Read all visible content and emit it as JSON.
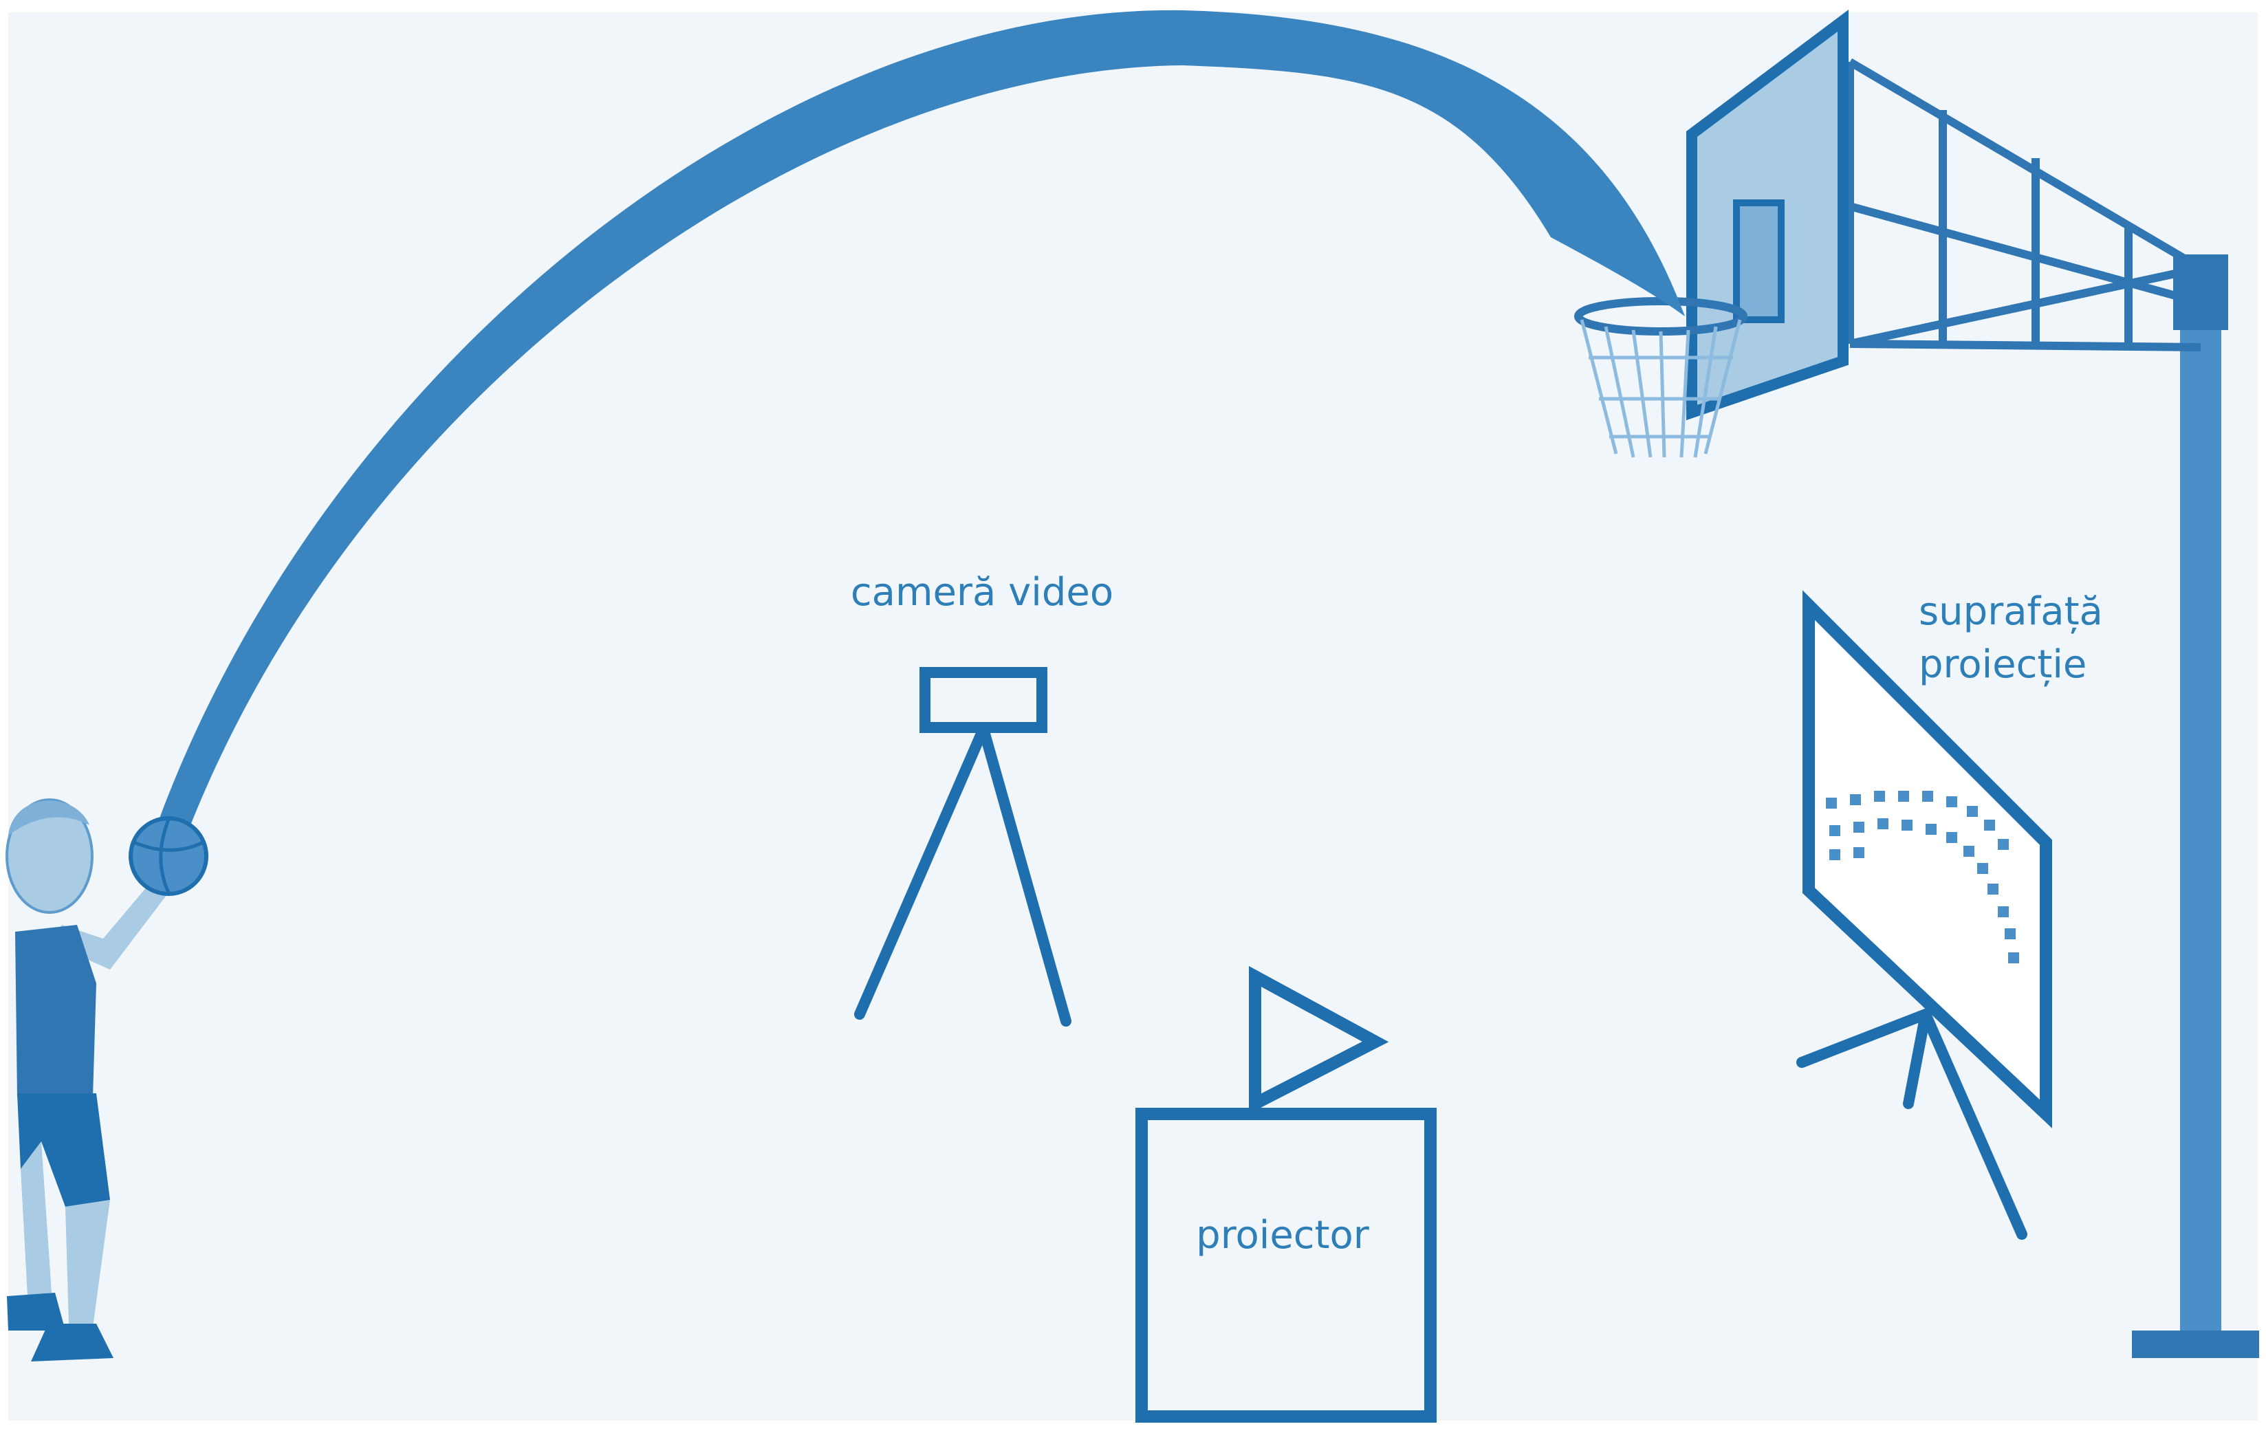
{
  "labels": {
    "camera": "cameră video",
    "projector": "proiector",
    "surface_line1": "suprafață",
    "surface_line2": "proiecție"
  },
  "colors": {
    "background": "#f1f6fa",
    "stroke": "#1f6fae",
    "trajectory": "#3a85c0",
    "light_fill": "#a9cbe4",
    "label_text": "#2e7fb8"
  }
}
